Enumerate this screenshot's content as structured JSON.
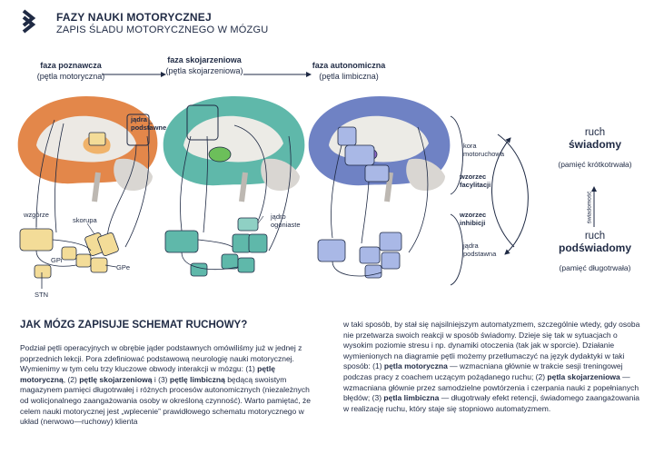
{
  "header": {
    "title": "FAZY NAUKI MOTORYCZNEJ",
    "subtitle": "ZAPIS ŚLADU MOTORYCZNEGO W MÓZGU"
  },
  "phases": [
    {
      "name": "faza poznawcza",
      "loop": "(pętla motoryczna)"
    },
    {
      "name": "faza skojarzeniowa",
      "loop": "(pętla skojarzeniowa)"
    },
    {
      "name": "faza autonomiczna",
      "loop": "(pętla limbiczna)"
    }
  ],
  "brain_labels": {
    "jadra_podstawne": "jądra podstawne",
    "wzgorze": "wzgórze",
    "skorupa": "skorupa",
    "gpi": "GPi",
    "gpe": "GPe",
    "stn": "STN",
    "jadro_ogoniaste": "jądro ogoniaste",
    "kora_ruchowa": "kora motoruchowa",
    "wzorzec_facylitacji": "wzorzec facylitacji",
    "wzorzec_inhibicji": "wzorzec inhibicji",
    "jadra_podstawne_2": "jądra podstawna"
  },
  "movement": {
    "conscious_title": "ruch",
    "conscious_bold": "świadomy",
    "conscious_memory": "(pamięć krótkotrwała)",
    "subconscious_title": "ruch",
    "subconscious_bold": "podświadomy",
    "subconscious_memory": "(pamięć długotrwała)",
    "arrow_label": "świadomość"
  },
  "article": {
    "heading": "JAK MÓZG ZAPISUJE SCHEMAT RUCHOWY?",
    "left_p1": "Podział pętli operacyjnych w obrębie jąder podstawnych omówiliśmy już w jednej z poprzednich lekcji. Pora zdefiniować podstawową neurologię nauki motorycznej. Wymienimy w tym celu trzy kluczowe obwody interakcji w mózgu: (1) ",
    "left_b1": "pętlę motoryczną",
    "left_p2": ", (2) ",
    "left_b2": "pętlę skojarzeniową",
    "left_p3": " i (3) ",
    "left_b3": "pętlę limbiczną",
    "left_p4": " będącą swoistym magazynem pamięci długotrwałej i różnych procesów autonomicznych (niezależnych od wolicjonalnego zaangażowania osoby w określoną czynność). Warto pamiętać, że celem nauki motorycznej jest „wplecenie” prawidłowego schematu motorycznego w układ (nerwowo—ruchowy) klienta",
    "right_p1": "w taki sposób, by stał się najsilniejszym automatyzmem, szczególnie wtedy, gdy osoba nie przetwarza swoich reakcji w sposób świadomy. Dzieje się tak w sytuacjach o wysokim poziomie stresu i np. dynamiki otoczenia (tak jak w sporcie). Działanie wymienionych na diagramie pętli możemy przetłumaczyć na język dydaktyki w taki sposób: (1) ",
    "right_b1": "pętla motoryczna",
    "right_p2": " — wzmacniana głównie w trakcie sesji treningowej podczas pracy z coachem uczącym pożądanego ruchu; (2) ",
    "right_b2": "pętla skojarzeniowa",
    "right_p3": " — wzmacniana głównie przez samodzielne powtórzenia i czerpania nauki z popełnianych błędów; (3) ",
    "right_b3": "pętla limbiczna",
    "right_p4": " — długotrwały efekt retencji, świadomego zaangażowania w realizację ruchu, który staje się stopniowo automatyzmem."
  },
  "colors": {
    "navy": "#1f2a44",
    "orange": "#e3874a",
    "yellow": "#f3dc98",
    "teal": "#5fb8aa",
    "green": "#6cbf5a",
    "blue": "#6f82c4",
    "purple": "#8f68c9"
  }
}
